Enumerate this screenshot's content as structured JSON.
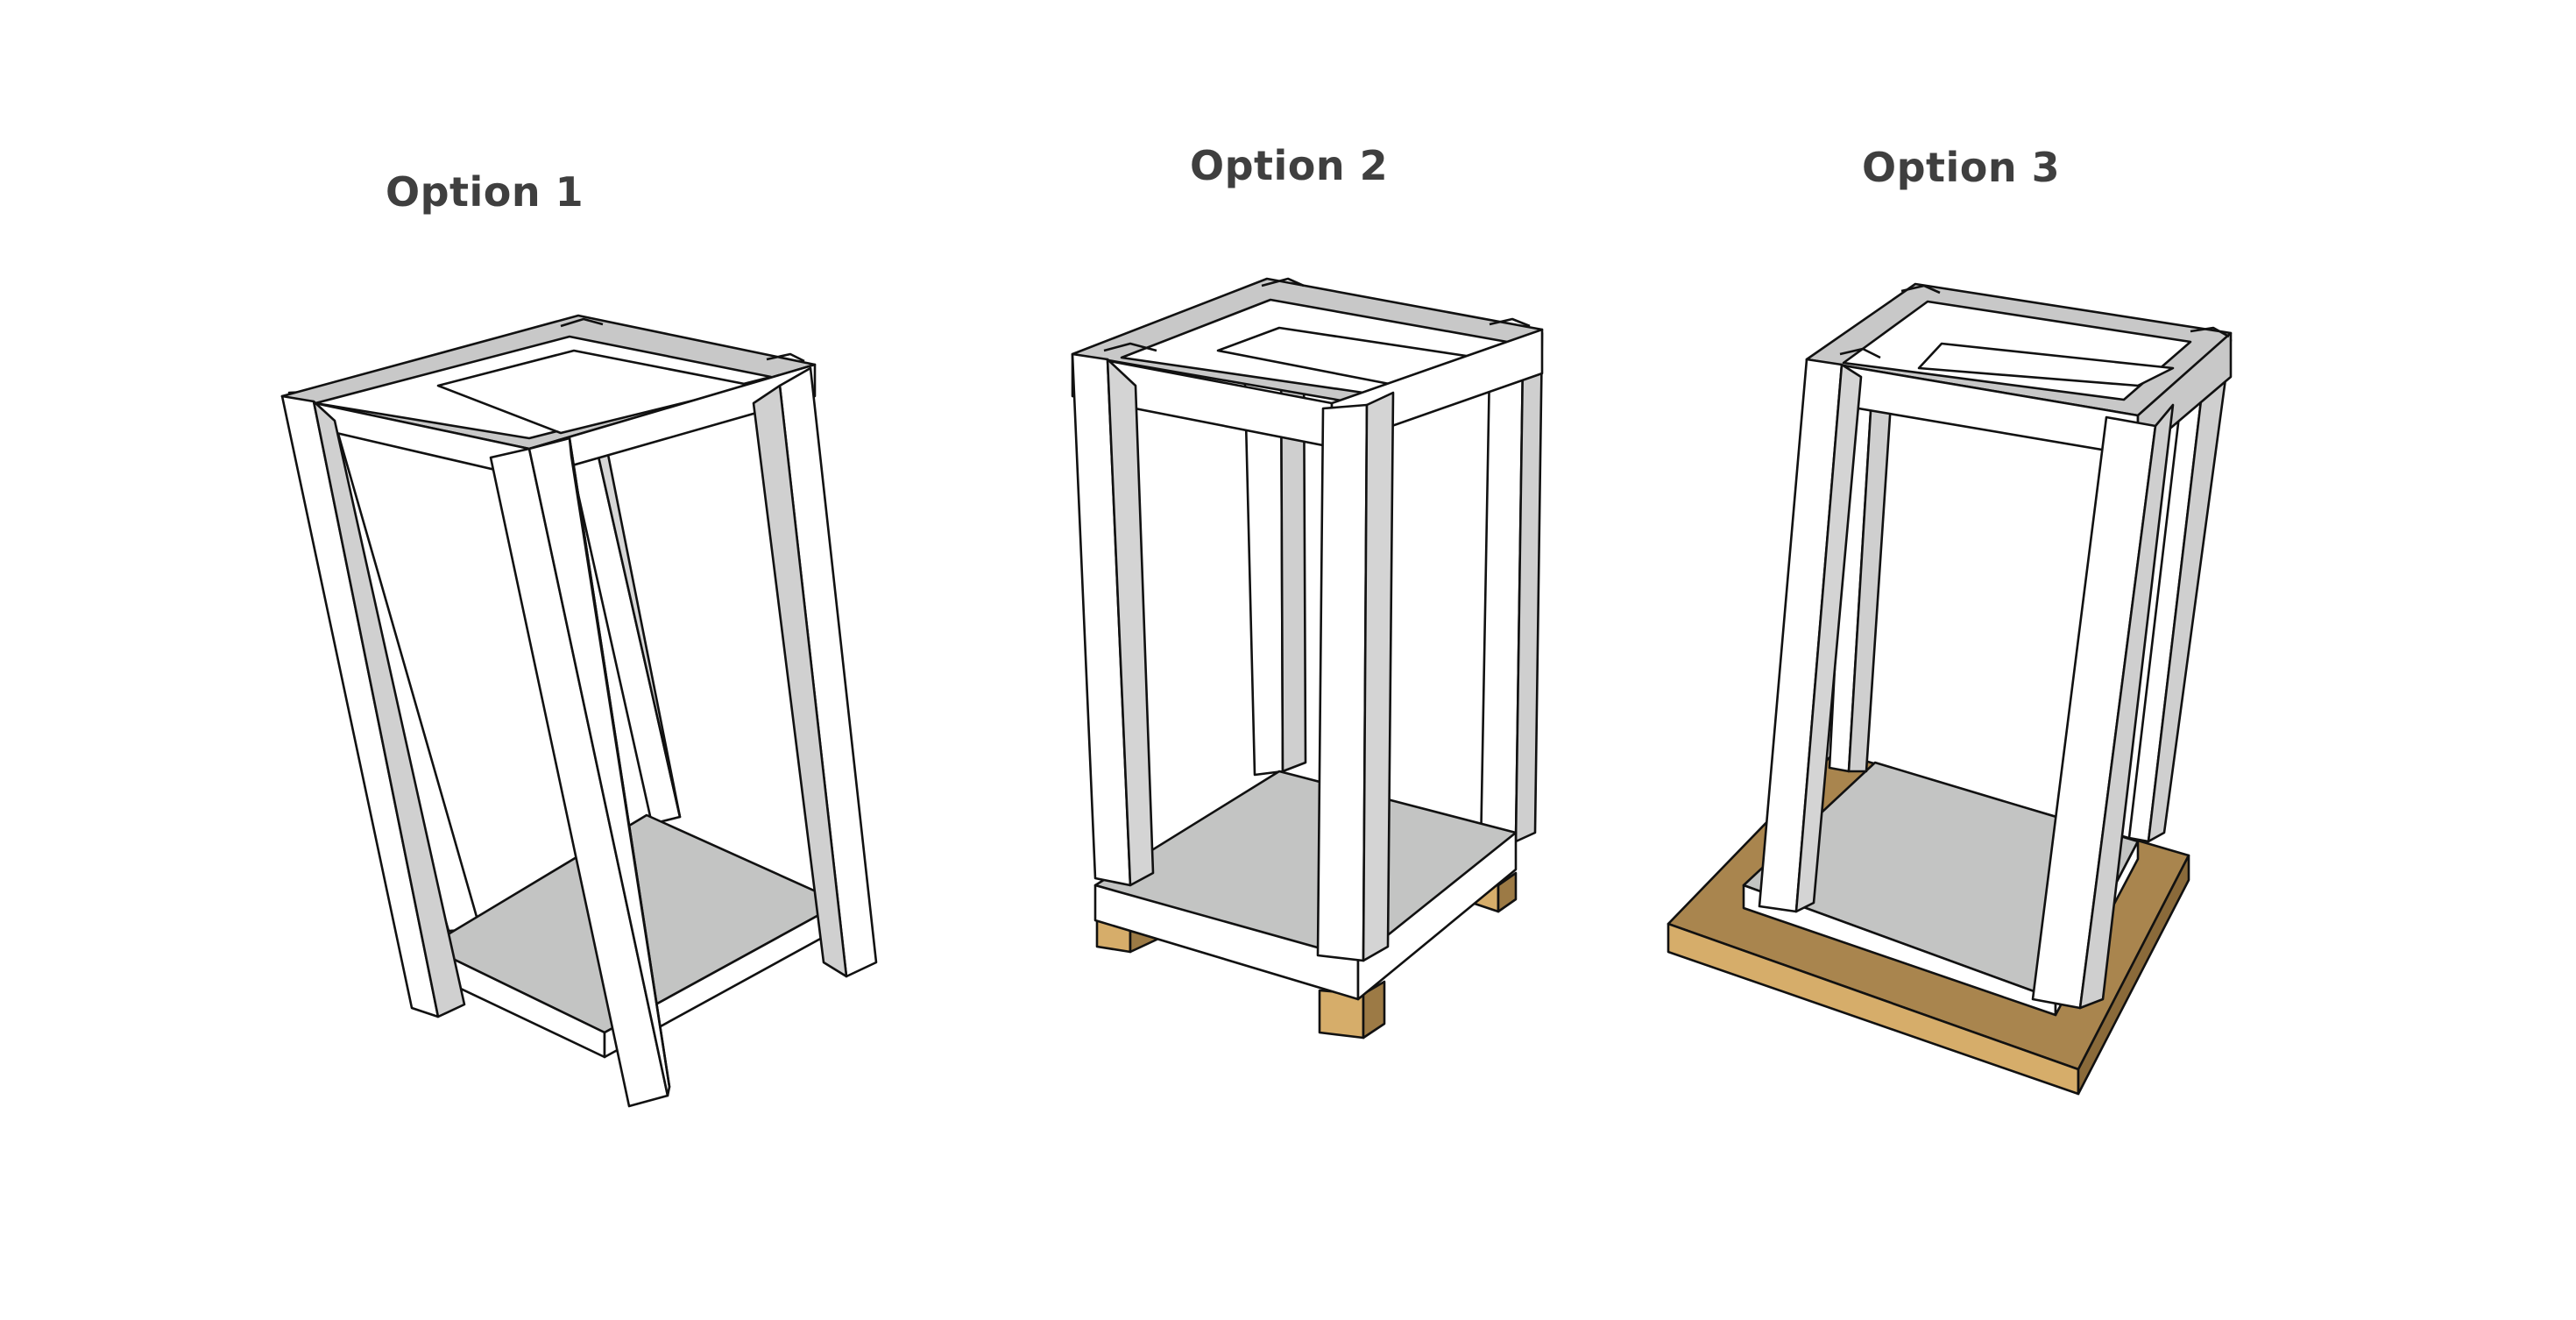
{
  "options": [
    {
      "title": "Option 1"
    },
    {
      "title": "Option 2"
    },
    {
      "title": "Option 3"
    }
  ],
  "colors": {
    "face_white": "#ffffff",
    "face_light_gray": "#d6d6d6",
    "face_gray": "#c4c4c4",
    "shelf_gray": "#c3c4c3",
    "wood_light": "#d6ad6a",
    "wood_dark": "#9c7a45",
    "outline": "#111111",
    "title_text": "#3f3f3f"
  }
}
